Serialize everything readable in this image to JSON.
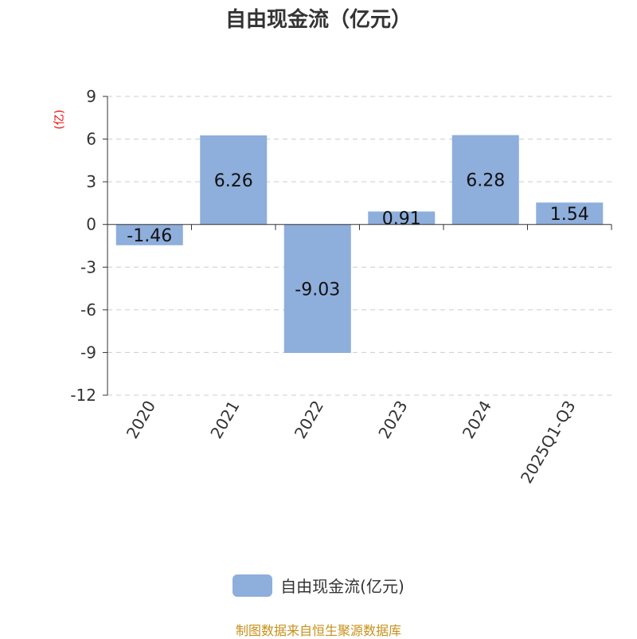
{
  "chart_data": {
    "type": "bar",
    "title": "自由现金流（亿元）",
    "ylabel": "(亿)",
    "xlabel": "",
    "categories": [
      "2020",
      "2021",
      "2022",
      "2023",
      "2024",
      "2025Q1-Q3"
    ],
    "series": [
      {
        "name": "自由现金流(亿元)",
        "values": [
          -1.46,
          6.26,
          -9.03,
          0.91,
          6.28,
          1.54
        ]
      }
    ],
    "ylim": [
      -12,
      9
    ],
    "yticks": [
      9,
      6,
      3,
      0,
      -3,
      -6,
      -9,
      -12
    ],
    "grid": true,
    "legend_position": "bottom",
    "bar_color": "#8eaedb"
  },
  "footer": "制图数据来自恒生聚源数据库"
}
